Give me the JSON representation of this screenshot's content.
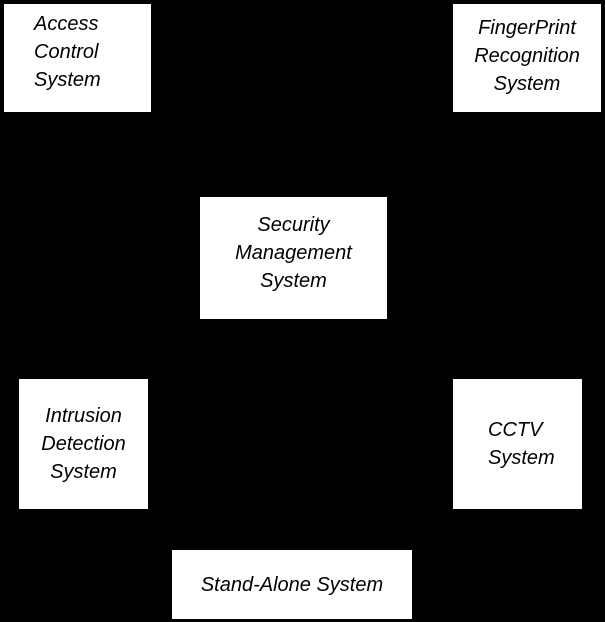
{
  "diagram": {
    "nodes": {
      "access_control": {
        "lines": [
          "Access",
          "Control",
          "System"
        ]
      },
      "fingerprint": {
        "lines": [
          "FingerPrint",
          "Recognition",
          "System"
        ]
      },
      "security_management": {
        "lines": [
          "Security",
          "Management",
          "System"
        ]
      },
      "intrusion_detection": {
        "lines": [
          "Intrusion",
          "Detection",
          "System"
        ]
      },
      "cctv": {
        "lines": [
          "CCTV",
          "System"
        ]
      },
      "stand_alone": {
        "lines": [
          "Stand-Alone System"
        ]
      }
    },
    "colors": {
      "background": "#000000",
      "box_fill": "#ffffff",
      "text": "#000000"
    }
  }
}
